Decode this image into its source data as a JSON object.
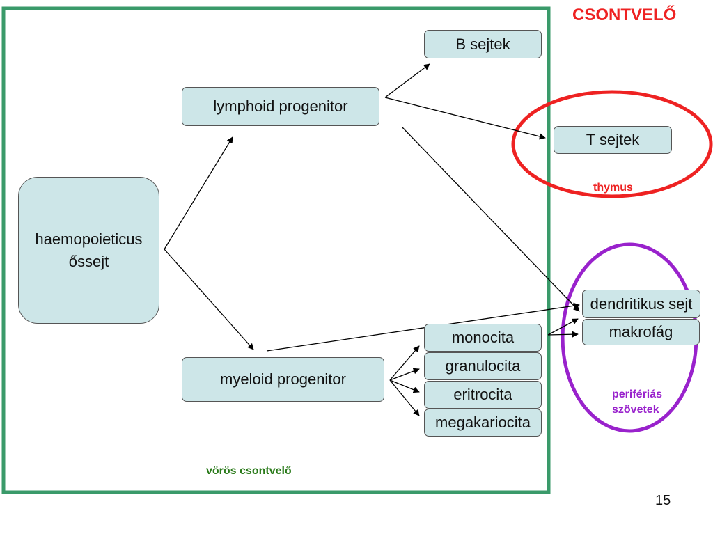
{
  "title": "CSONTVELŐ",
  "colors": {
    "bone_marrow_frame": "#3a9a6a",
    "thymus_ring": "#ee2222",
    "peripheral_ring": "#9922cc",
    "box_fill": "#cde6e8"
  },
  "nodes": {
    "hsc": "haemopoieticus\nőssejt",
    "lymphoid": "lymphoid progenitor",
    "myeloid": "myeloid progenitor",
    "b_cells": "B sejtek",
    "t_cells": "T sejtek",
    "monocyte": "monocita",
    "granulocyte": "granulocita",
    "erythrocyte": "eritrocita",
    "megakaryocyte": "megakariocita",
    "dendritic": "dendritikus sejt",
    "macrophage": "makrofág"
  },
  "regions": {
    "red_marrow": "vörös csontvelő",
    "thymus": "thymus",
    "peripheral": "perifériás\nszövetek"
  },
  "page_number": "15"
}
